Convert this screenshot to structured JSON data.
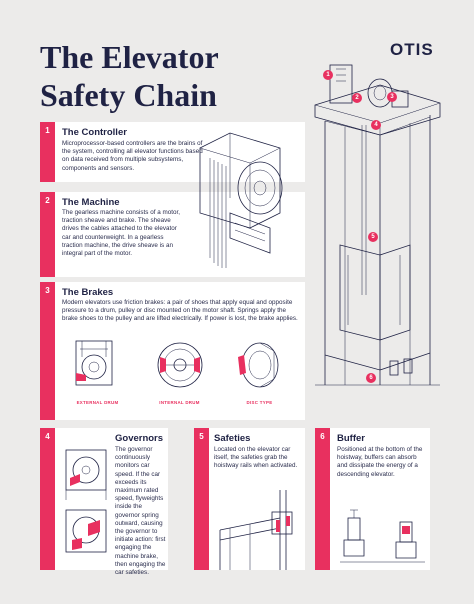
{
  "header": {
    "title_line1": "The Elevator",
    "title_line2": "Safety Chain",
    "logo": "OTIS"
  },
  "sections": [
    {
      "num": "1",
      "title": "The Controller",
      "body": "Microprocessor-based controllers are the brains of the system, controlling all elevator functions based on data received from multiple subsystems, components and sensors."
    },
    {
      "num": "2",
      "title": "The Machine",
      "body": "The gearless machine consists of a motor, traction sheave and brake. The sheave drives the cables attached to the elevator car and counterweight. In a gearless traction machine, the drive sheave is an integral part of the motor."
    },
    {
      "num": "3",
      "title": "The Brakes",
      "body": "Modern elevators use friction brakes: a pair of shoes that apply equal and opposite pressure to a drum, pulley or disc mounted on the motor shaft. Springs apply the brake shoes to the pulley and are lifted electrically. If power is lost, the brake applies.",
      "captions": [
        "EXTERNAL DRUM",
        "INTERNAL DRUM",
        "DISC TYPE"
      ]
    },
    {
      "num": "4",
      "title": "Governors",
      "body": "The governor continuously monitors car speed. If the car exceeds its maximum rated speed, flyweights inside the governor spring outward, causing the governor to initiate action: first engaging the machine brake, then engaging the car safeties."
    },
    {
      "num": "5",
      "title": "Safeties",
      "body": "Located on the elevator car itself, the safeties grab the hoistway rails when activated."
    },
    {
      "num": "6",
      "title": "Buffer",
      "body": "Positioned at the bottom of the hoistway, buffers can absorb and dissipate the energy of a descending elevator."
    }
  ],
  "diagram_badges": [
    "1",
    "2",
    "3",
    "4",
    "5",
    "6"
  ],
  "colors": {
    "accent": "#e8305f",
    "navy": "#1f2244",
    "background": "#ecebea",
    "card": "#ffffff"
  }
}
